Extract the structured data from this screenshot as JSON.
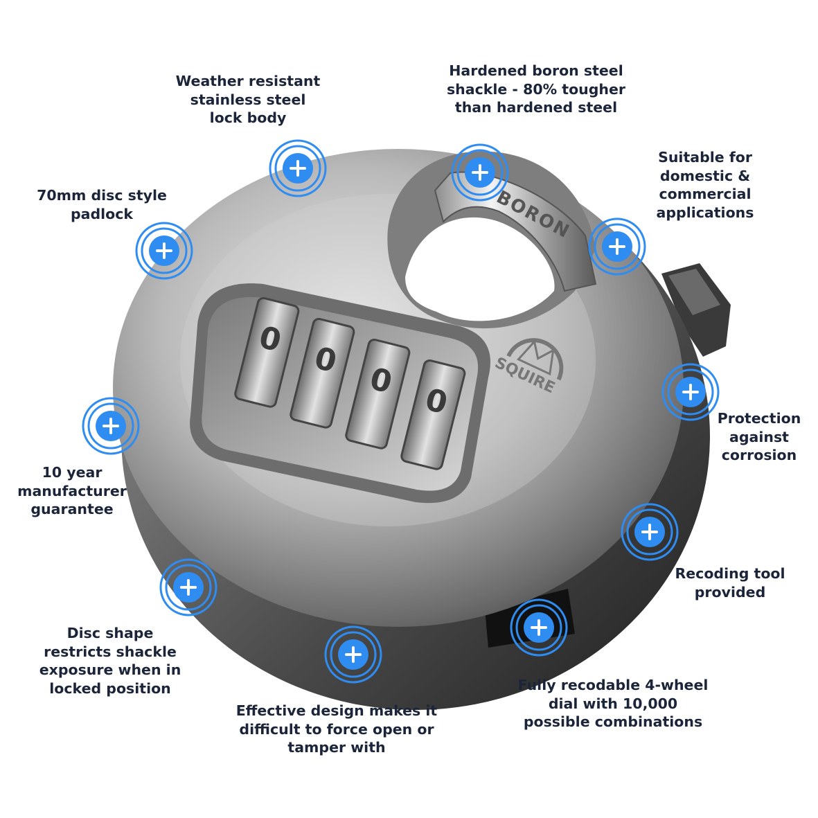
{
  "brand": {
    "body_text": "SQUIRE",
    "shackle_text": "BORON"
  },
  "dial_digits": [
    "0",
    "0",
    "0",
    "0"
  ],
  "accent_color": "#2f8cf0",
  "text_color": "#1b2438",
  "hotspot_icon": "plus-icon",
  "features": [
    {
      "id": "weather-resistant",
      "lines": [
        "Weather resistant",
        "stainless steel",
        "lock body"
      ]
    },
    {
      "id": "boron-shackle",
      "lines": [
        "Hardened boron steel",
        "shackle - 80% tougher",
        "than hardened steel"
      ]
    },
    {
      "id": "domestic-commercial",
      "lines": [
        "Suitable for",
        "domestic &",
        "commercial",
        "applications"
      ]
    },
    {
      "id": "disc-style",
      "lines": [
        "70mm disc style",
        "padlock"
      ]
    },
    {
      "id": "corrosion",
      "lines": [
        "Protection",
        "against",
        "corrosion"
      ]
    },
    {
      "id": "guarantee",
      "lines": [
        "10 year",
        "manufacturer",
        "guarantee"
      ]
    },
    {
      "id": "recoding-tool",
      "lines": [
        "Recoding tool",
        "provided"
      ]
    },
    {
      "id": "disc-shape",
      "lines": [
        "Disc shape",
        "restricts shackle",
        "exposure when in",
        "locked position"
      ]
    },
    {
      "id": "effective-design",
      "lines": [
        "Effective design makes it",
        "difficult to force open or",
        "tamper with"
      ]
    },
    {
      "id": "recodable-dial",
      "lines": [
        "Fully recodable 4-wheel",
        "dial with 10,000",
        "possible combinations"
      ]
    }
  ]
}
